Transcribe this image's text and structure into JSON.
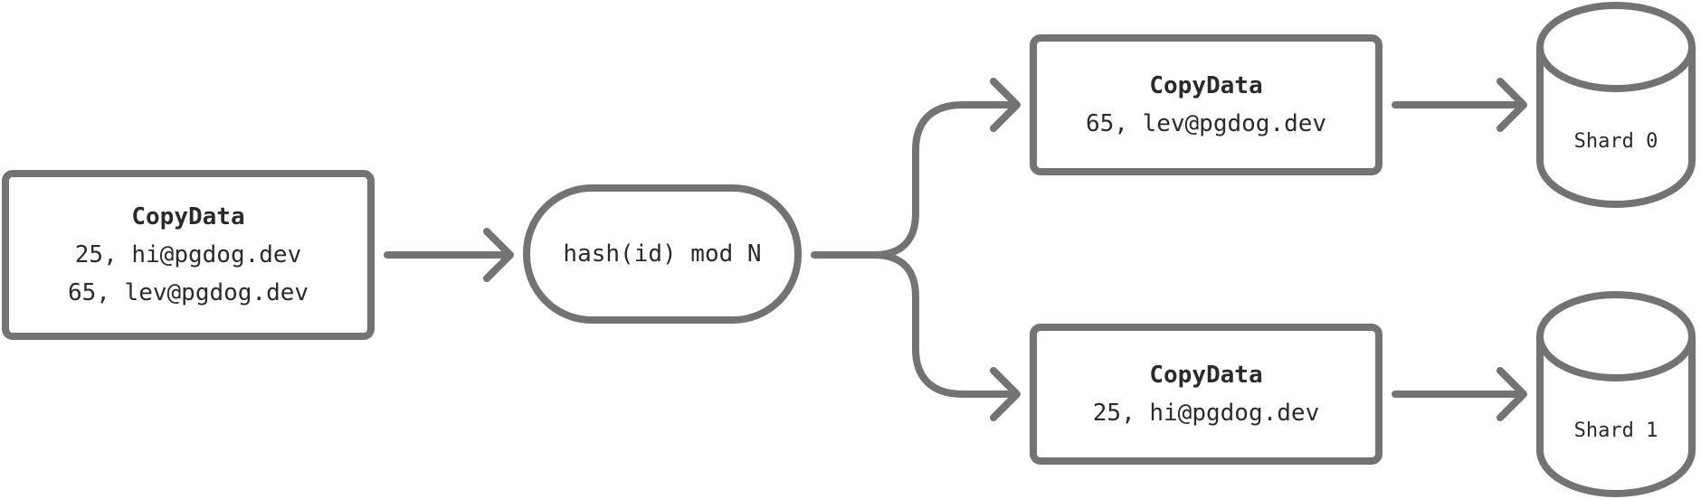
{
  "input_box": {
    "title": "CopyData",
    "rows": [
      "25, hi@pgdog.dev",
      "65, lev@pgdog.dev"
    ]
  },
  "router": {
    "label": "hash(id) mod N"
  },
  "shard0_box": {
    "title": "CopyData",
    "rows": [
      "65, lev@pgdog.dev"
    ]
  },
  "shard1_box": {
    "title": "CopyData",
    "rows": [
      "25, hi@pgdog.dev"
    ]
  },
  "shards": [
    {
      "label": "Shard 0"
    },
    {
      "label": "Shard 1"
    }
  ],
  "colors": {
    "stroke": "#737373",
    "text": "#2a2a2a"
  }
}
